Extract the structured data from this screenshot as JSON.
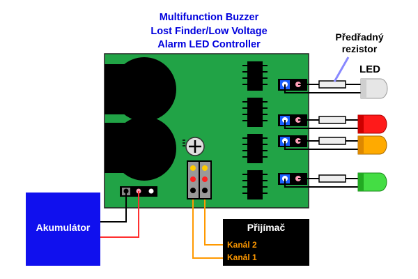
{
  "title": {
    "line1": "Multifunction Buzzer",
    "line2": "Lost Finder/Low Voltage",
    "line3": "Alarm LED Controller"
  },
  "labels": {
    "resistor": "Předřadný rezistor",
    "resistor_line1": "Předřadný",
    "resistor_line2": "rezistor",
    "led": "LED",
    "battery": "Akumulátor",
    "receiver": "Přijímač",
    "channel2": "Kanál 2",
    "channel1": "Kanál 1"
  },
  "colors": {
    "board": "#21a346",
    "title_text": "#0000dd",
    "battery_box": "#1010ee",
    "receiver_box": "#000000",
    "channel_text": "#ff9900",
    "channel_wire": "#ff9900",
    "positive_wire": "#ff3030",
    "led_white": "#e6e6e6",
    "led_red": "#ff1a1a",
    "led_amber": "#ffaa00",
    "led_green": "#44dd44",
    "connector_socket": "#1a5fff"
  },
  "leds": [
    {
      "name": "white-led",
      "color": "white"
    },
    {
      "name": "red-led",
      "color": "red"
    },
    {
      "name": "amber-led",
      "color": "amber"
    },
    {
      "name": "green-led",
      "color": "green"
    }
  ]
}
